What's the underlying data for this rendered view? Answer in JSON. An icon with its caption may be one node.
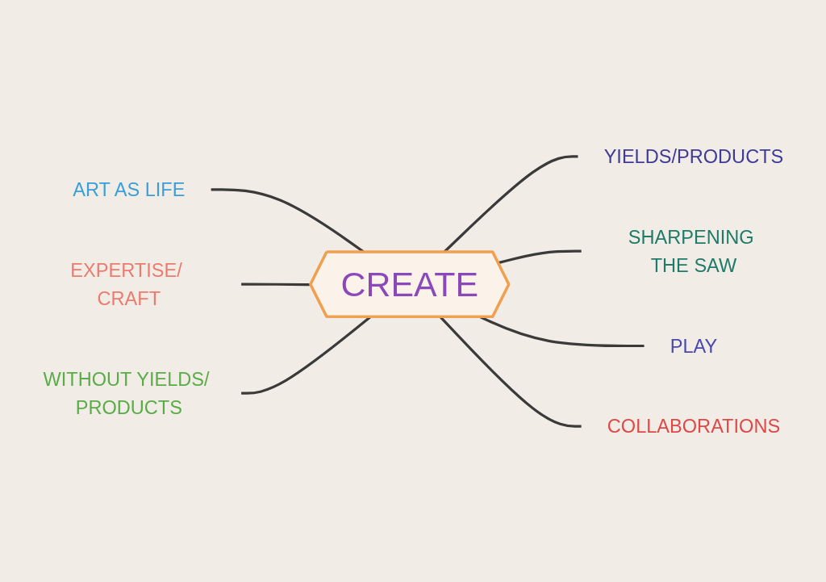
{
  "diagram": {
    "nodes": [
      {
        "text": [
          "CREATE"
        ]
      },
      {
        "text": [
          "ART AS LIFE"
        ]
      },
      {
        "text": [
          "YIELDS/PRODUCTS"
        ]
      },
      {
        "text": [
          "EXPERTISE/ CRAFT"
        ]
      },
      {
        "text": [
          "SHARPENING THE SAW"
        ]
      },
      {
        "text": [
          "WITHOUT YIELDS/ PRODUCTS"
        ]
      },
      {
        "text": [
          "PLAY"
        ]
      },
      {
        "text": [
          "COLLABORATIONS"
        ]
      }
    ],
    "edges": [
      {
        "from": 0,
        "to": 1,
        "arrow": "none"
      },
      {
        "from": 0,
        "to": 2,
        "arrow": "none"
      },
      {
        "from": 0,
        "to": 3,
        "arrow": "none"
      },
      {
        "from": 0,
        "to": 4,
        "arrow": "none"
      },
      {
        "from": 0,
        "to": 5,
        "arrow": "none"
      },
      {
        "from": 0,
        "to": 6,
        "arrow": "none"
      },
      {
        "from": 0,
        "to": 7,
        "arrow": "none"
      }
    ]
  }
}
